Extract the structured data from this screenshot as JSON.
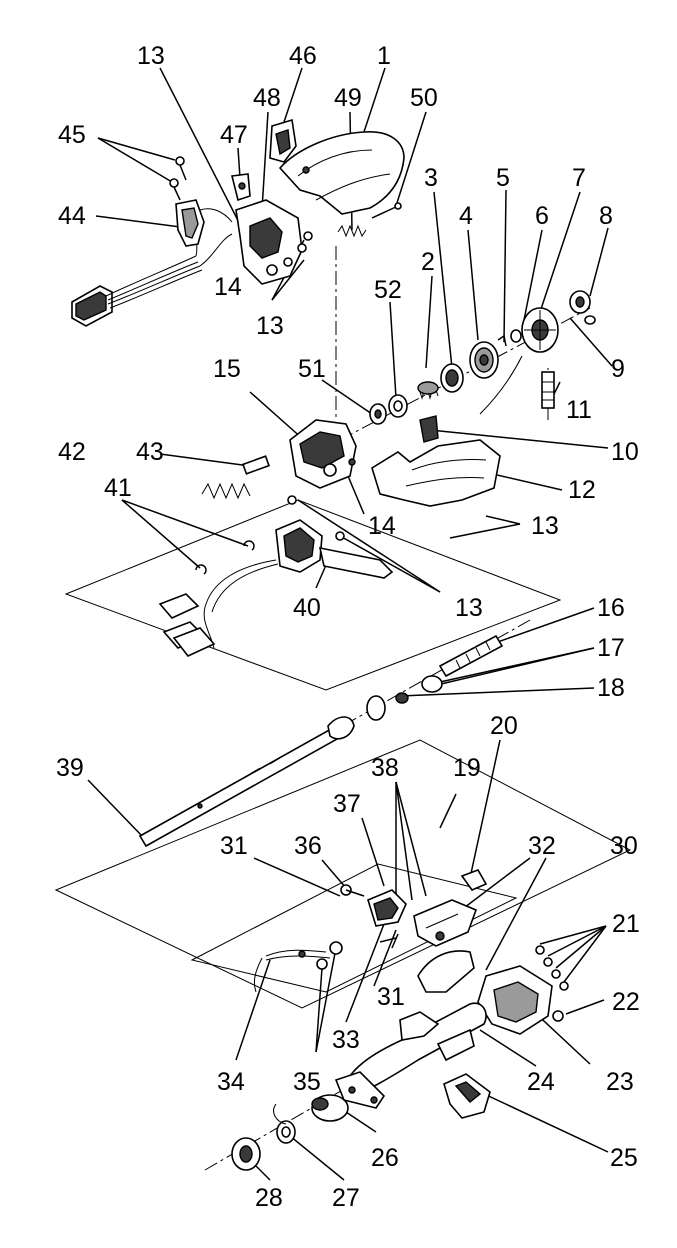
{
  "callouts": [
    "1",
    "2",
    "3",
    "4",
    "5",
    "6",
    "7",
    "8",
    "9",
    "10",
    "11",
    "12",
    "13",
    "14",
    "15",
    "16",
    "17",
    "18",
    "19",
    "20",
    "21",
    "22",
    "23",
    "24",
    "25",
    "26",
    "27",
    "28",
    "30",
    "31",
    "32",
    "33",
    "34",
    "35",
    "36",
    "37",
    "38",
    "39",
    "40",
    "41",
    "42",
    "43",
    "44",
    "45",
    "46",
    "47",
    "48",
    "49",
    "50",
    "51",
    "52"
  ],
  "colors": {
    "ink": "#000000",
    "background": "#ffffff",
    "shade": "#3a3a3a",
    "mid": "#9a9a9a"
  }
}
